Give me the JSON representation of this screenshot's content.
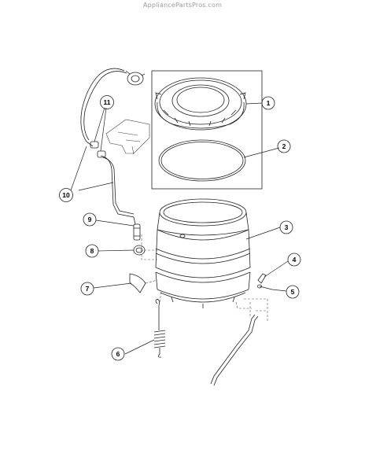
{
  "watermark": "AppliancePartsPros.com",
  "callouts": [
    {
      "id": "1",
      "label": "1"
    },
    {
      "id": "2",
      "label": "2"
    },
    {
      "id": "3",
      "label": "3"
    },
    {
      "id": "4",
      "label": "4"
    },
    {
      "id": "5",
      "label": "5"
    },
    {
      "id": "6",
      "label": "6"
    },
    {
      "id": "7",
      "label": "7"
    },
    {
      "id": "8",
      "label": "8"
    },
    {
      "id": "9",
      "label": "9"
    },
    {
      "id": "10",
      "label": "10"
    },
    {
      "id": "11",
      "label": "11"
    }
  ]
}
